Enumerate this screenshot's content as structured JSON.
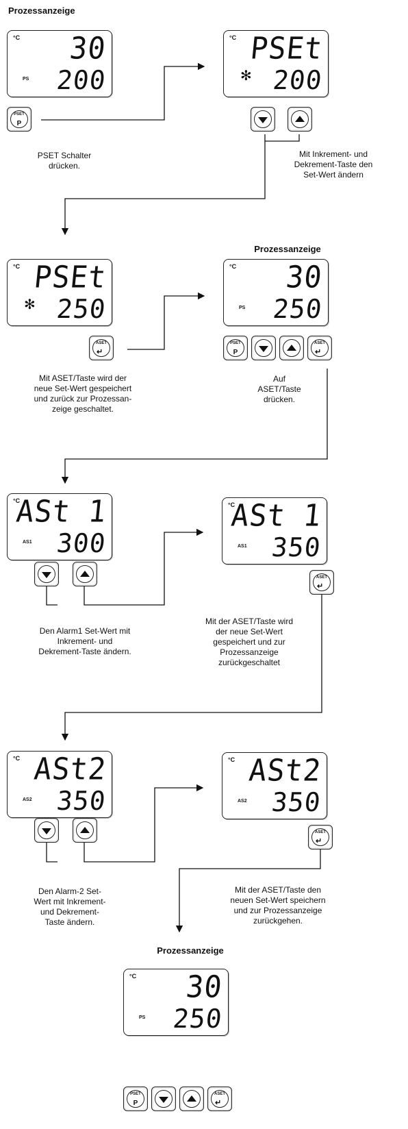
{
  "titles": {
    "t1": "Prozessanzeige",
    "t2": "Prozessanzeige",
    "t3": "Prozessanzeige"
  },
  "unit": "°C",
  "icons": {
    "asterisk": "✻"
  },
  "displays": {
    "d1": {
      "top": "30",
      "bottom": "200",
      "indicator": "PS"
    },
    "d2": {
      "top": "PSEt",
      "bottom": "200"
    },
    "d3": {
      "top": "PSEt",
      "bottom": "250"
    },
    "d4": {
      "top": "30",
      "bottom": "250",
      "indicator": "PS"
    },
    "d5": {
      "top": "ASt 1",
      "bottom": "300",
      "indicator": "AS1"
    },
    "d6": {
      "top": "ASt 1",
      "bottom": "350",
      "indicator": "AS1"
    },
    "d7": {
      "top": "ASt2",
      "bottom": "350",
      "indicator": "AS2"
    },
    "d8": {
      "top": "ASt2",
      "bottom": "350",
      "indicator": "AS2"
    },
    "d9": {
      "top": "30",
      "bottom": "250",
      "indicator": "PS"
    }
  },
  "buttons": {
    "pset_label": "PSET",
    "pset_letter": "P",
    "aset_label": "ASET",
    "enter_glyph": "↵"
  },
  "captions": {
    "c1": "PSET Schalter\ndrücken.",
    "c2": "Mit Inkrement- und\nDekrement-Taste den\nSet-Wert ändern",
    "c3": "Mit ASET/Taste wird der\nneue Set-Wert gespeichert\nund zurück zur Prozessan-\nzeige geschaltet.",
    "c4": "Auf\nASET/Taste\ndrücken.",
    "c5": "Den Alarm1 Set-Wert mit\nInkrement- und\nDekrement-Taste ändern.",
    "c6": "Mit der ASET/Taste wird\nder neue Set-Wert\ngespeichert und zur\nProzessanzeige\nzurückgeschaltet",
    "c7": "Den Alarm-2 Set-\nWert mit Inkrement-\nund Dekrement-\nTaste ändern.",
    "c8": "Mit der ASET/Taste den\nneuen Set-Wert speichern\nund zur Prozessanzeige\nzurückgehen."
  }
}
